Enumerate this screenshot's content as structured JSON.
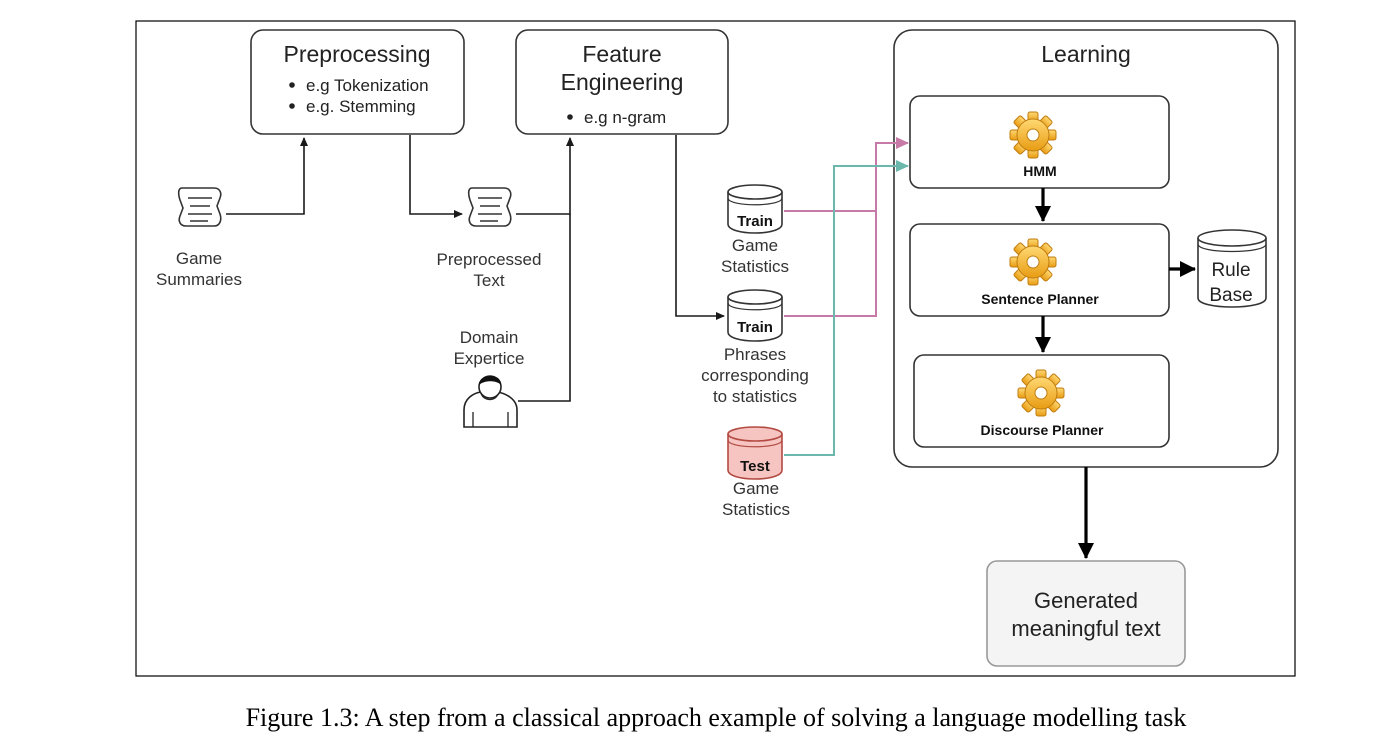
{
  "caption": "Figure 1.3: A step from a classical approach example of solving a language modelling task",
  "preprocessing": {
    "title": "Preprocessing",
    "bullets": [
      "e.g Tokenization",
      "e.g. Stemming"
    ]
  },
  "feature_engineering": {
    "title_line1": "Feature",
    "title_line2": "Engineering",
    "bullets": [
      "e.g n-gram"
    ]
  },
  "learning": {
    "title": "Learning",
    "hmm": "HMM",
    "sentence_planner": "Sentence Planner",
    "discourse_planner": "Discourse Planner"
  },
  "rule_base": {
    "line1": "Rule",
    "line2": "Base"
  },
  "output": {
    "line1": "Generated",
    "line2": "meaningful text"
  },
  "inputs": {
    "game_summaries": [
      "Game",
      "Summaries"
    ],
    "preprocessed_text": [
      "Preprocessed",
      "Text"
    ],
    "domain_expertise": [
      "Domain",
      "Expertice"
    ]
  },
  "datasets": {
    "train_game": {
      "tag": "Train",
      "label": [
        "Game",
        "Statistics"
      ]
    },
    "train_phrases": {
      "tag": "Train",
      "label": [
        "Phrases",
        "corresponding",
        "to statistics"
      ]
    },
    "test_game": {
      "tag": "Test",
      "label": [
        "Game",
        "Statistics"
      ]
    }
  },
  "colors": {
    "train_link": "#c77aa8",
    "test_link": "#6db8ad",
    "test_db_fill": "#f6c5c1",
    "gear": "#f4b120"
  },
  "icons": {
    "document": "document-icon",
    "person": "person-icon",
    "gear": "gear-icon",
    "database": "database-icon"
  }
}
